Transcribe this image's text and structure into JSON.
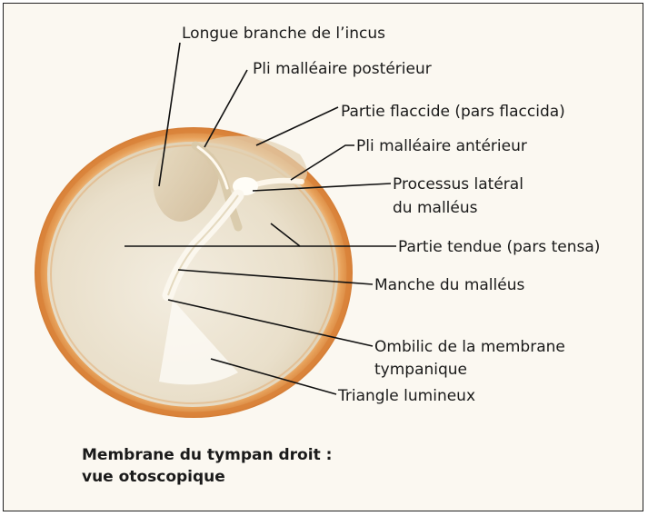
{
  "labels": {
    "incus": "Longue branche de l’incus",
    "pli_post": "Pli malléaire postérieur",
    "flaccide": "Partie flaccide (pars flaccida)",
    "pli_ant": "Pli malléaire antérieur",
    "processus_1": "Processus latéral",
    "processus_2": "du malléus",
    "tendue": "Partie tendue (pars tensa)",
    "manche": "Manche du malléus",
    "ombilic_1": "Ombilic de la membrane",
    "ombilic_2": "tympanique",
    "triangle": "Triangle lumineux"
  },
  "caption": {
    "line1": "Membrane du tympan droit :",
    "line2": "vue otoscopique"
  },
  "colors": {
    "rim": "#d98a3c",
    "rim_light": "#f0c58e",
    "membrane": "#ece4d2",
    "malleus": "#fbf7ee"
  }
}
